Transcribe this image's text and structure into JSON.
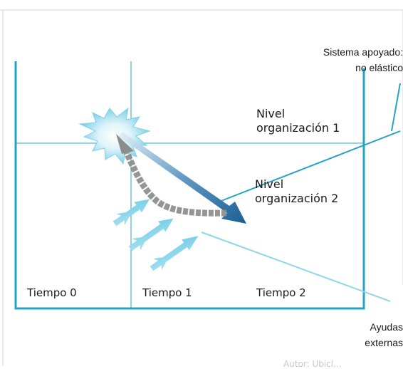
{
  "labels": {
    "supported_system_line1": "Sistema apoyado:",
    "supported_system_line2": "no elástico",
    "level1_line1": "Nivel",
    "level1_line2": "organización 1",
    "level2_line1": "Nivel",
    "level2_line2": "organización 2",
    "time0": "Tiempo 0",
    "time1": "Tiempo 1",
    "time2": "Tiempo 2",
    "aid_line1": "Ayudas",
    "aid_line2": "externas",
    "bottom_fragment": "Autor: Ubicl..."
  },
  "colors": {
    "frame": "#23a3c5",
    "light_line": "#8fd6ea",
    "gray_arrow": "#8c8c8c",
    "blue_arrow_dark": "#1b5f93",
    "blue_arrow_light": "#d3e8f4",
    "aid_arrow": "#8fd6ea",
    "burst_core": "#ffffff",
    "burst_edge": "#7fd1e7"
  }
}
